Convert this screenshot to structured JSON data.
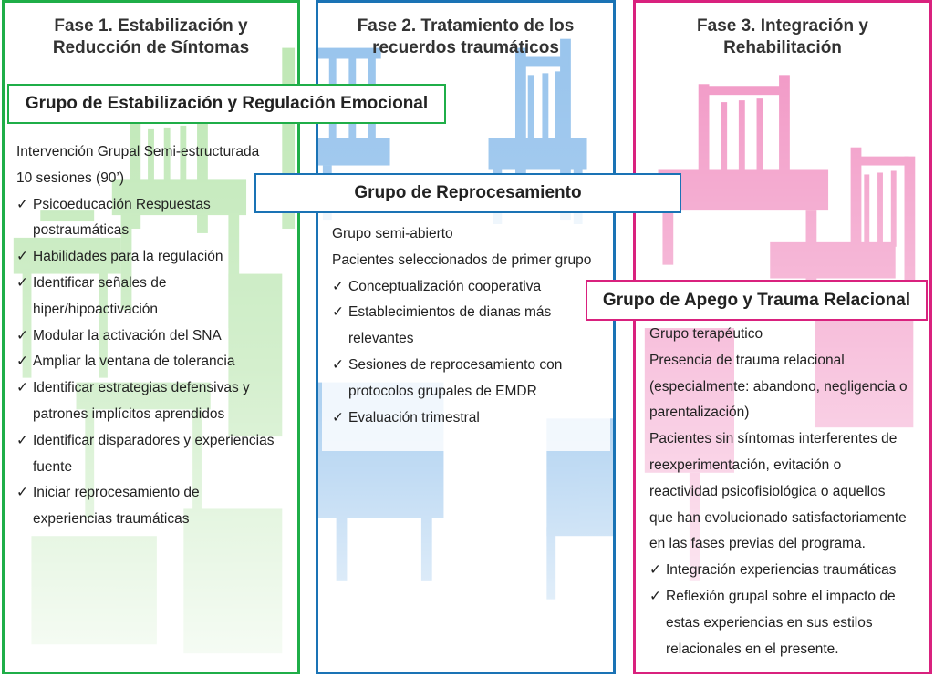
{
  "colors": {
    "green": "#1fae48",
    "blue": "#1a73b5",
    "pink": "#d9217e"
  },
  "check_mark": "✓",
  "phases": [
    {
      "title": [
        "Fase 1. Estabilización y",
        "Reducción de Síntomas"
      ]
    },
    {
      "title": [
        "Fase 2. Tratamiento de los",
        "recuerdos traumáticos"
      ]
    },
    {
      "title": [
        "Fase 3. Integración y",
        "Rehabilitación"
      ]
    }
  ],
  "groups": [
    {
      "name": "Grupo de Estabilización y Regulación Emocional",
      "intro": [
        "Intervención Grupal Semi-estructurada",
        "10 sesiones (90’)"
      ],
      "items": [
        [
          "Psicoeducación Respuestas",
          "postraumáticas"
        ],
        [
          "Habilidades para la regulación"
        ],
        [
          "Identificar señales de",
          "hiper/hipoactivación"
        ],
        [
          "Modular la activación del SNA"
        ],
        [
          "Ampliar la ventana de tolerancia"
        ],
        [
          "Identificar estrategias defensivas y",
          "patrones implícitos aprendidos"
        ],
        [
          "Identificar disparadores y experiencias",
          "fuente"
        ],
        [
          "Iniciar reprocesamiento de",
          "experiencias traumáticas"
        ]
      ]
    },
    {
      "name": "Grupo de Reprocesamiento",
      "intro": [
        "Grupo semi-abierto",
        "Pacientes seleccionados de primer grupo"
      ],
      "items": [
        [
          "Conceptualización cooperativa"
        ],
        [
          "Establecimientos de dianas más",
          "relevantes"
        ],
        [
          "Sesiones de reprocesamiento con",
          "protocolos grupales de EMDR"
        ],
        [
          "Evaluación trimestral"
        ]
      ]
    },
    {
      "name": "Grupo de Apego y Trauma Relacional",
      "intro": [
        "Grupo terapéutico",
        "Presencia de trauma relacional",
        "(especialmente: abandono, negligencia o",
        "parentalización)",
        "Pacientes sin síntomas interferentes de",
        "reexperimentación, evitación o",
        "reactividad psicofisiológica o aquellos",
        "que han evolucionado satisfactoriamente",
        "en las fases previas del programa."
      ],
      "items": [
        [
          "Integración experiencias traumáticas"
        ],
        [
          "Reflexión grupal sobre el impacto de",
          "estas experiencias en sus estilos",
          "relacionales en el presente."
        ]
      ]
    }
  ]
}
